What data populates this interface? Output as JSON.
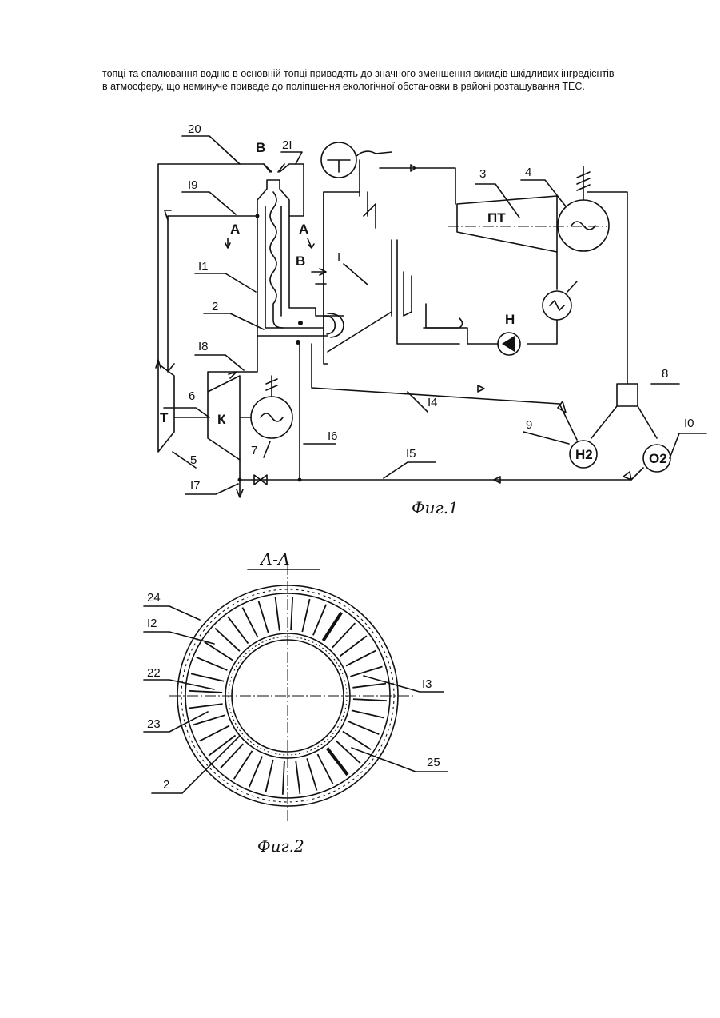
{
  "paragraph": {
    "line1": "топці та спалювання водню в основній топці приводять до значного зменшення викидів шкідливих інгредієнтів",
    "line2": "в атмосферу, що неминуче приведе до поліпшення екологічної обстановки в районі розташування ТЕС."
  },
  "fig1": {
    "caption": "Фиг.1",
    "labels": {
      "l20": "20",
      "l21": "2I",
      "lB_top": "B",
      "l19": "I9",
      "lA_left": "A",
      "lA_right": "A",
      "lB_mid": "B",
      "l11": "I1",
      "l2": "2",
      "l1": "I",
      "l3": "3",
      "l4": "4",
      "lPT": "ПТ",
      "lH": "Н",
      "l18": "I8",
      "l6": "6",
      "lT": "Т",
      "lK": "К",
      "l5": "5",
      "l7": "7",
      "l16": "I6",
      "l14": "I4",
      "l8": "8",
      "l9": "9",
      "lH2": "H2",
      "lO2": "O2",
      "l10": "I0",
      "l15": "I5",
      "l17": "I7"
    }
  },
  "fig2": {
    "section": "А-А",
    "caption": "Фиг.2",
    "labels": {
      "l24": "24",
      "l12": "I2",
      "l22": "22",
      "l23": "23",
      "l2": "2",
      "l13": "I3",
      "l25": "25"
    }
  }
}
